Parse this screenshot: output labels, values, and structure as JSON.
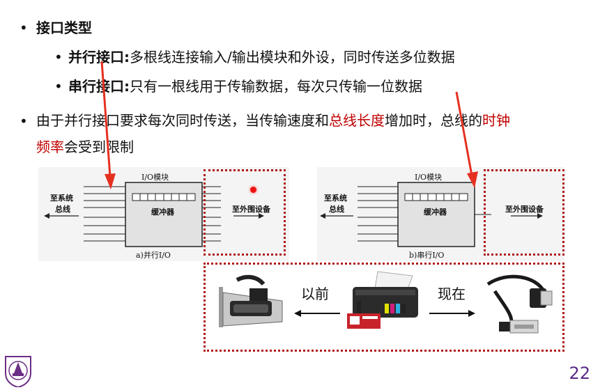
{
  "slide": {
    "h1": {
      "label": "接口类型"
    },
    "parallel": {
      "term": "并行接口:",
      "desc": "多根线连接输入/输出模块和外设，同时传送多位数据"
    },
    "serial": {
      "term": "串行接口:",
      "desc": "只有一根线用于传输数据，每次只传输一位数据"
    },
    "note": {
      "p1": "由于并行接口要求每次同时传送，当传输速度和",
      "r1": "总线长度",
      "p2": "增加时，总线的",
      "r2": "时钟",
      "r3": "频率",
      "p3": "会受到限制"
    },
    "figure_a": {
      "module": "I/O模块",
      "buffer": "缓冲器",
      "sys_bus_1": "至系统",
      "sys_bus_2": "总线",
      "peripheral": "至外围设备",
      "caption": "a)并行I/O"
    },
    "figure_b": {
      "module": "I/O模块",
      "buffer": "缓冲器",
      "sys_bus_1": "至系统",
      "sys_bus_2": "总线",
      "peripheral": "至外围设备",
      "caption": "b)串行I/O"
    },
    "compare": {
      "before": "以前",
      "now": "现在"
    },
    "page_number": "22"
  },
  "colors": {
    "accent_red": "#c00000",
    "dotted_border": "#b01818",
    "arrow_red": "#e53020",
    "page_number": "#5b2a86"
  }
}
